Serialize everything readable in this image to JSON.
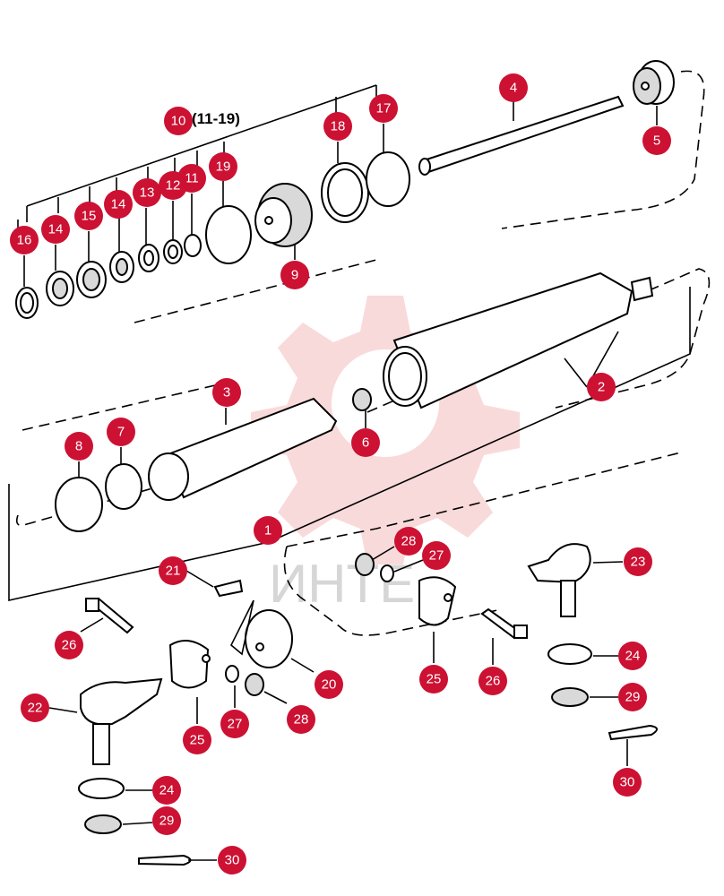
{
  "diagram": {
    "group_label": "(11-19)",
    "watermark_text": "ИНТЕ",
    "callout_color": "#cc1133",
    "callouts": [
      {
        "id": "c1",
        "label": "1"
      },
      {
        "id": "c2",
        "label": "2"
      },
      {
        "id": "c3",
        "label": "3"
      },
      {
        "id": "c4",
        "label": "4"
      },
      {
        "id": "c5",
        "label": "5"
      },
      {
        "id": "c6",
        "label": "6"
      },
      {
        "id": "c7",
        "label": "7"
      },
      {
        "id": "c8",
        "label": "8"
      },
      {
        "id": "c9",
        "label": "9"
      },
      {
        "id": "c10",
        "label": "10"
      },
      {
        "id": "c11",
        "label": "11"
      },
      {
        "id": "c12",
        "label": "12"
      },
      {
        "id": "c13",
        "label": "13"
      },
      {
        "id": "c14a",
        "label": "14"
      },
      {
        "id": "c14b",
        "label": "14"
      },
      {
        "id": "c15",
        "label": "15"
      },
      {
        "id": "c16",
        "label": "16"
      },
      {
        "id": "c17",
        "label": "17"
      },
      {
        "id": "c18",
        "label": "18"
      },
      {
        "id": "c19",
        "label": "19"
      },
      {
        "id": "c20",
        "label": "20"
      },
      {
        "id": "c21",
        "label": "21"
      },
      {
        "id": "c22",
        "label": "22"
      },
      {
        "id": "c23",
        "label": "23"
      },
      {
        "id": "c24a",
        "label": "24"
      },
      {
        "id": "c24b",
        "label": "24"
      },
      {
        "id": "c25a",
        "label": "25"
      },
      {
        "id": "c25b",
        "label": "25"
      },
      {
        "id": "c26a",
        "label": "26"
      },
      {
        "id": "c26b",
        "label": "26"
      },
      {
        "id": "c27a",
        "label": "27"
      },
      {
        "id": "c27b",
        "label": "27"
      },
      {
        "id": "c28a",
        "label": "28"
      },
      {
        "id": "c28b",
        "label": "28"
      },
      {
        "id": "c29a",
        "label": "29"
      },
      {
        "id": "c29b",
        "label": "29"
      },
      {
        "id": "c30a",
        "label": "30"
      },
      {
        "id": "c30b",
        "label": "30"
      }
    ]
  }
}
